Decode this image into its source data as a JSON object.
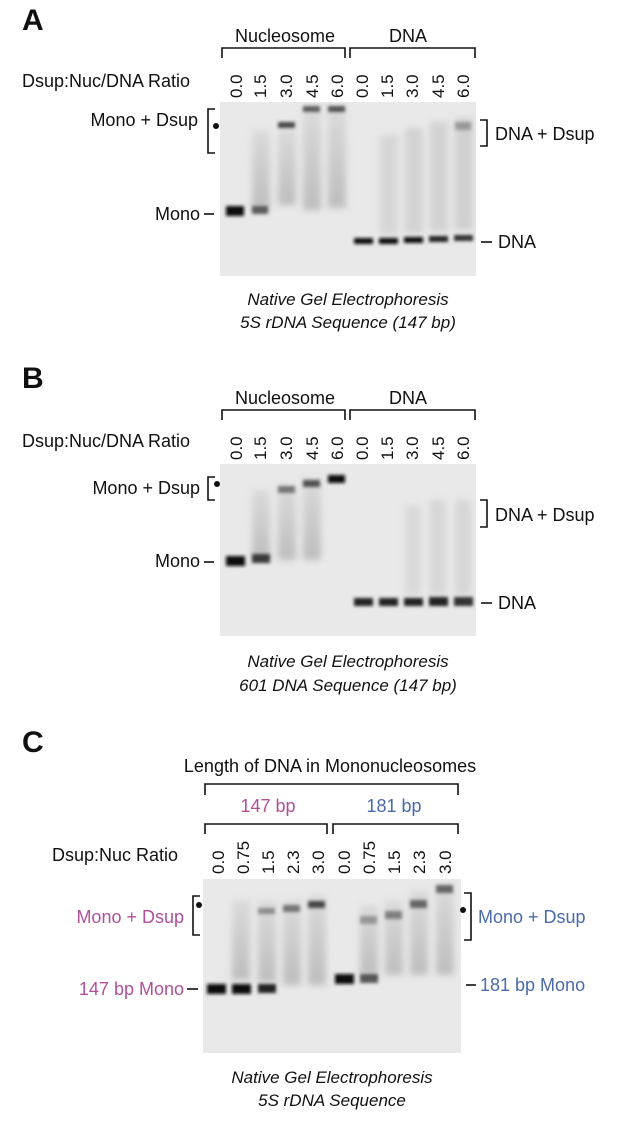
{
  "colors": {
    "magenta": "#b0509a",
    "blue": "#4a6aaa",
    "gel_bg": "#e9e9e9",
    "band": "#111111"
  },
  "panelA": {
    "letter": "A",
    "group_left": "Nucleosome",
    "group_right": "DNA",
    "ratio_label": "Dsup:Nuc/DNA Ratio",
    "lanes": [
      "0.0",
      "1.5",
      "3.0",
      "4.5",
      "6.0",
      "0.0",
      "1.5",
      "3.0",
      "4.5",
      "6.0"
    ],
    "left_bracket_label": "Mono + Dsup",
    "left_mono_label": "Mono",
    "right_bracket_label": "DNA + Dsup",
    "right_dna_label": "DNA",
    "caption1": "Native Gel Electrophoresis",
    "caption2": "5S rDNA Sequence (147 bp)"
  },
  "panelB": {
    "letter": "B",
    "group_left": "Nucleosome",
    "group_right": "DNA",
    "ratio_label": "Dsup:Nuc/DNA Ratio",
    "lanes": [
      "0.0",
      "1.5",
      "3.0",
      "4.5",
      "6.0",
      "0.0",
      "1.5",
      "3.0",
      "4.5",
      "6.0"
    ],
    "left_bracket_label": "Mono + Dsup",
    "left_mono_label": "Mono",
    "right_bracket_label": "DNA + Dsup",
    "right_dna_label": "DNA",
    "caption1": "Native Gel Electrophoresis",
    "caption2": "601 DNA Sequence (147 bp)"
  },
  "panelC": {
    "letter": "C",
    "title": "Length of DNA in Mononucleosomes",
    "group_left": "147 bp",
    "group_right": "181 bp",
    "ratio_label": "Dsup:Nuc Ratio",
    "lanes": [
      "0.0",
      "0.75",
      "1.5",
      "2.3",
      "3.0",
      "0.0",
      "0.75",
      "1.5",
      "2.3",
      "3.0"
    ],
    "left_bracket_label": "Mono + Dsup",
    "left_mono_label": "147 bp Mono",
    "right_bracket_label": "Mono + Dsup",
    "right_mono_label": "181 bp Mono",
    "caption1": "Native Gel Electrophoresis",
    "caption2": "5S rDNA Sequence"
  }
}
